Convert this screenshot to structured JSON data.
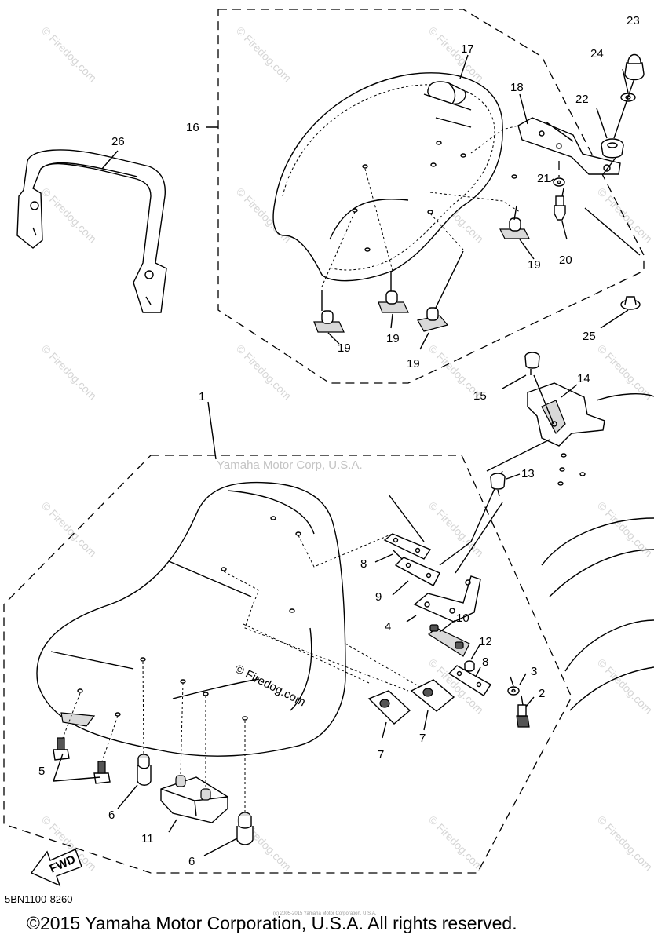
{
  "diagram": {
    "part_labels": {
      "p1": "1",
      "p2": "2",
      "p3": "3",
      "p4": "4",
      "p5": "5",
      "p6a": "6",
      "p6b": "6",
      "p7a": "7",
      "p7b": "7",
      "p8a": "8",
      "p8b": "8",
      "p9": "9",
      "p10": "10",
      "p11": "11",
      "p12": "12",
      "p13": "13",
      "p14": "14",
      "p15": "15",
      "p16": "16",
      "p17": "17",
      "p18": "18",
      "p19a": "19",
      "p19b": "19",
      "p19c": "19",
      "p19d": "19",
      "p20": "20",
      "p21": "21",
      "p22": "22",
      "p23": "23",
      "p24": "24",
      "p25": "25",
      "p26": "26"
    },
    "center_watermark": "Yamaha Motor Corp, U.S.A.",
    "inline_watermark": "© Firedog.com",
    "repeating_watermark": "© Firedog.com",
    "fwd_label": "FWD",
    "diagram_code": "5BN1100-8260",
    "tiny_notice": "(c) 2005-2015 Yamaha Motor Corporation, U.S.A.",
    "copyright": "©2015 Yamaha Motor Corporation, U.S.A. All rights reserved."
  }
}
